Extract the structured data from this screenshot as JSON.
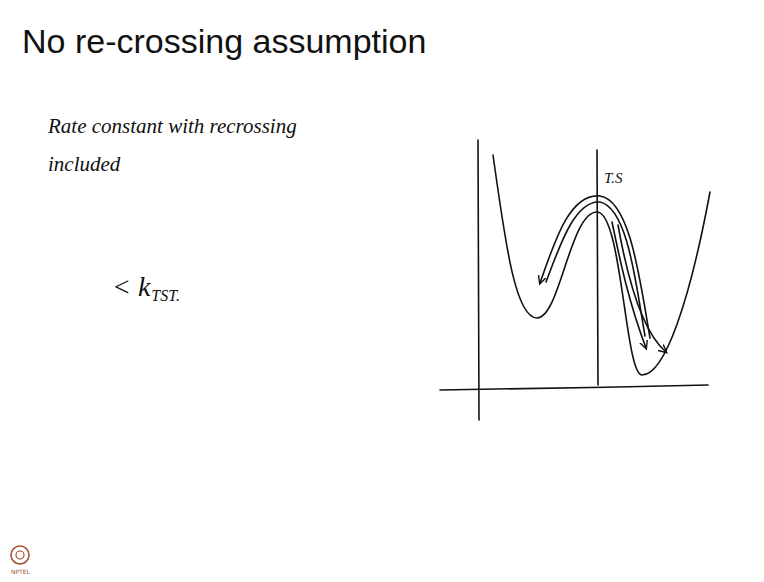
{
  "diagram": {
    "title": "No re-crossing assumption",
    "labels": [
      "Rate constant with recrossing included",
      "< k",
      "TST.",
      "T.S",
      "NPTEL"
    ]
  }
}
